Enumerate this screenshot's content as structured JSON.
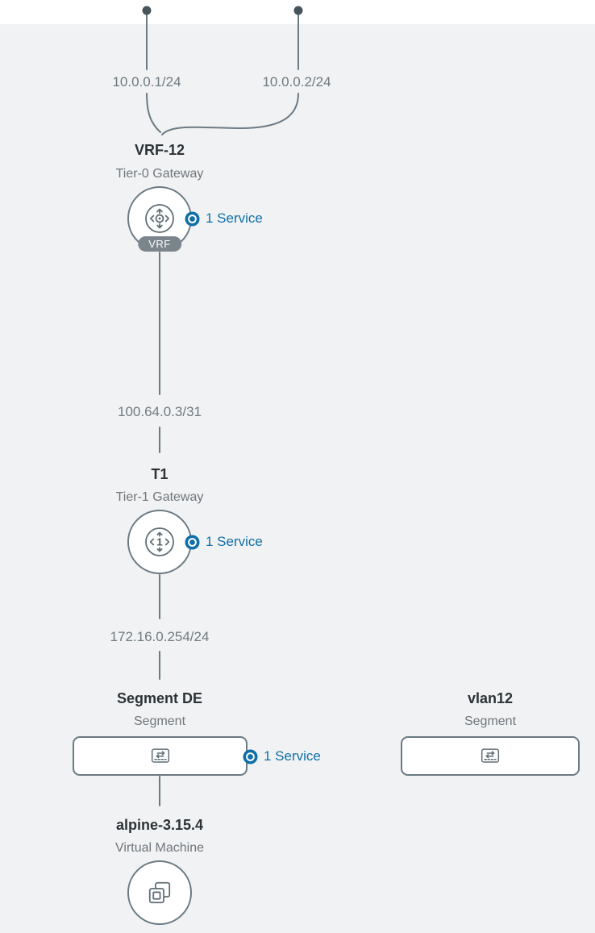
{
  "colors": {
    "background": "#f1f2f3",
    "top_strip": "#ffffff",
    "connector_line": "#6b7a83",
    "node_border": "#6b7a83",
    "title_text": "#2b3338",
    "muted_text": "#6f767c",
    "accent_blue": "#0f6fa8",
    "vrf_badge_bg": "#7b868c"
  },
  "uplinks": [
    {
      "label": "10.0.0.1/24"
    },
    {
      "label": "10.0.0.2/24"
    }
  ],
  "links": {
    "vrf_to_t1": {
      "label": "100.64.0.3/31"
    },
    "t1_to_segment": {
      "label": "172.16.0.254/24"
    }
  },
  "nodes": {
    "vrf": {
      "title": "VRF-12",
      "subtitle": "Tier-0 Gateway",
      "badge": "VRF",
      "service_label": "1 Service",
      "icon": "tier0-gateway-icon"
    },
    "t1": {
      "title": "T1",
      "subtitle": "Tier-1 Gateway",
      "service_label": "1 Service",
      "icon": "tier1-gateway-icon",
      "icon_digit": "1"
    },
    "segment_de": {
      "title": "Segment DE",
      "subtitle": "Segment",
      "service_label": "1 Service",
      "icon": "segment-icon"
    },
    "vlan12": {
      "title": "vlan12",
      "subtitle": "Segment",
      "icon": "segment-icon"
    },
    "vm": {
      "title": "alpine-3.15.4",
      "subtitle": "Virtual Machine",
      "icon": "virtual-machine-icon"
    }
  }
}
